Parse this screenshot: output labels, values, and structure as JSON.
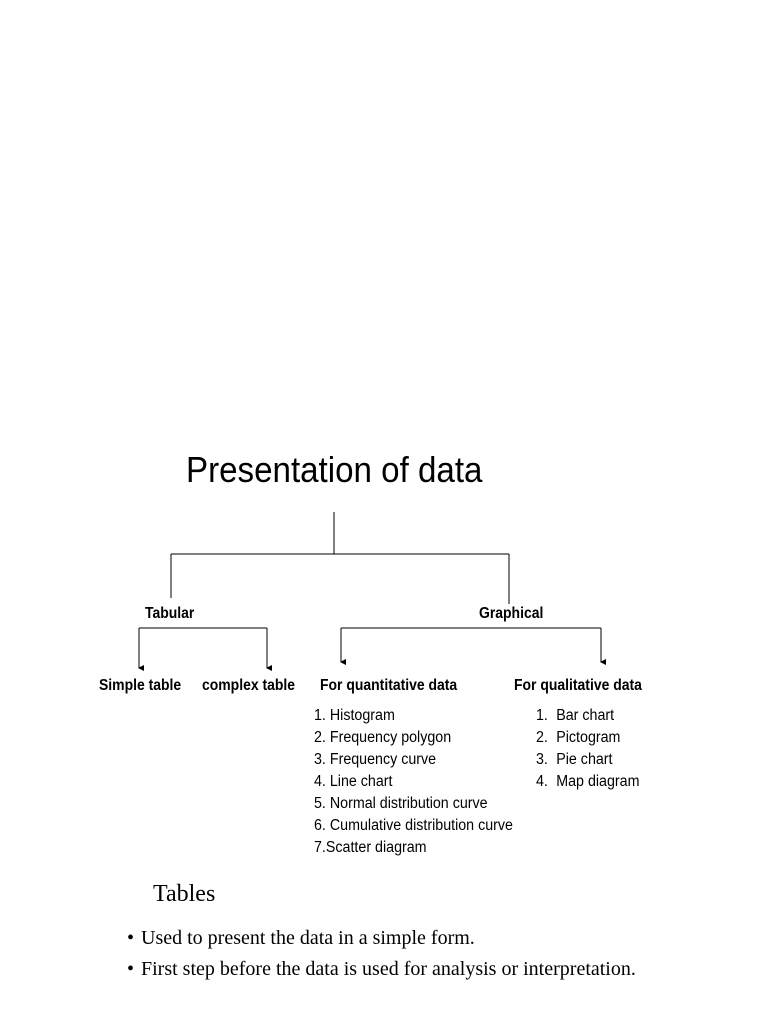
{
  "diagram": {
    "title": "Presentation of data",
    "tabular": {
      "label": "Tabular",
      "children": [
        "Simple table",
        "complex table"
      ]
    },
    "graphical": {
      "label": "Graphical",
      "quantitative": {
        "label": "For quantitative data",
        "items": [
          {
            "num": "1.",
            "text": " Histogram"
          },
          {
            "num": "2.",
            "text": " Frequency polygon"
          },
          {
            "num": "3.",
            "text": " Frequency curve"
          },
          {
            "num": "4.",
            "text": " Line chart"
          },
          {
            "num": "5.",
            "text": " Normal distribution curve"
          },
          {
            "num": "6.",
            "text": " Cumulative distribution curve"
          },
          {
            "num": "7.",
            "text": "Scatter diagram"
          }
        ]
      },
      "qualitative": {
        "label": "For qualitative data",
        "items": [
          {
            "num": "1.",
            "text": "Bar chart"
          },
          {
            "num": "2.",
            "text": "Pictogram"
          },
          {
            "num": "3.",
            "text": "Pie chart"
          },
          {
            "num": "4.",
            "text": "Map diagram"
          }
        ]
      }
    }
  },
  "tables_section": {
    "heading": "Tables",
    "bullets": [
      "Used to present the data in a simple form.",
      "First step before the data is used for analysis or interpretation."
    ]
  }
}
